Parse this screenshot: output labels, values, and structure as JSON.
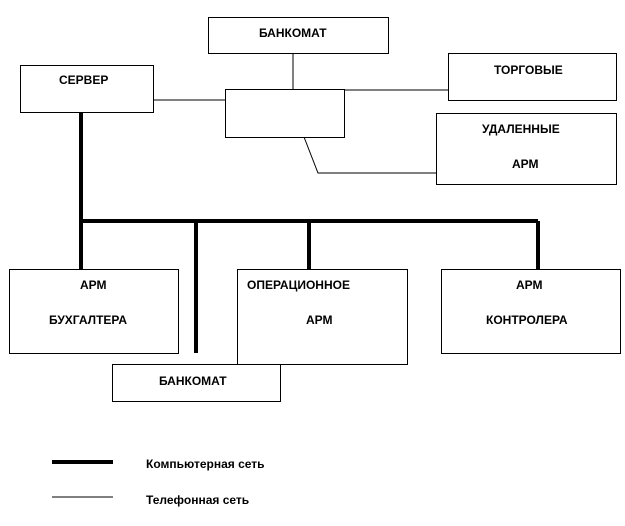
{
  "nodes": {
    "atm_top": "БАНКОМАТ",
    "server": "СЕРВЕР",
    "trade": "ТОРГОВЫЕ",
    "remote_line1": "УДАЛЕННЫЕ",
    "remote_line2": "АРМ",
    "acc_line1": "АРМ",
    "acc_line2": "БУХГАЛТЕРА",
    "op_line1": "ОПЕРАЦИОННОЕ",
    "op_line2": "АРМ",
    "ctrl_line1": "АРМ",
    "ctrl_line2": "КОНТРОЛЕРА",
    "atm_bottom": "БАНКОМАТ"
  },
  "legend": {
    "computer_network": "Компьютерная сеть",
    "phone_network": "Телефонная сеть"
  }
}
